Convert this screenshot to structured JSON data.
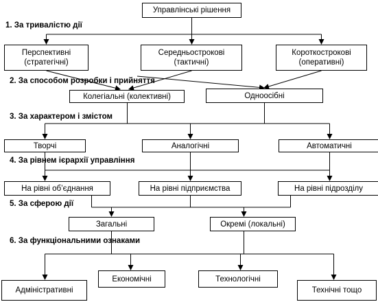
{
  "title": "Управлінські рішення",
  "groups": [
    {
      "heading": "1. За тривалістю дії",
      "items": [
        {
          "line1": "Перспективні",
          "line2": "(стратегічні)"
        },
        {
          "line1": "Середньострокові",
          "line2": "(тактичні)"
        },
        {
          "line1": "Короткострокові",
          "line2": "(оперативні)"
        }
      ]
    },
    {
      "heading": "2. За способом розробки і прийняття",
      "items": [
        {
          "line1": "Колегіальні (колективні)"
        },
        {
          "line1": "Одноосібні"
        }
      ]
    },
    {
      "heading": "3. За характером і змістом",
      "items": [
        {
          "line1": "Творчі"
        },
        {
          "line1": "Аналогічні"
        },
        {
          "line1": "Автоматичні"
        }
      ]
    },
    {
      "heading": "4. За рівнем ієрархії управління",
      "items": [
        {
          "line1": "На рівні об’єднання"
        },
        {
          "line1": "На рівні підприємства"
        },
        {
          "line1": "На рівні підрозділу"
        }
      ]
    },
    {
      "heading": "5. За сферою дії",
      "items": [
        {
          "line1": "Загальні"
        },
        {
          "line1": "Окремі (локальні)"
        }
      ]
    },
    {
      "heading": "6. За функціональними ознаками",
      "items": [
        {
          "line1": "Адміністративні"
        },
        {
          "line1": "Економічні"
        },
        {
          "line1": "Технологічні"
        },
        {
          "line1": "Технічні тощо"
        }
      ]
    }
  ]
}
